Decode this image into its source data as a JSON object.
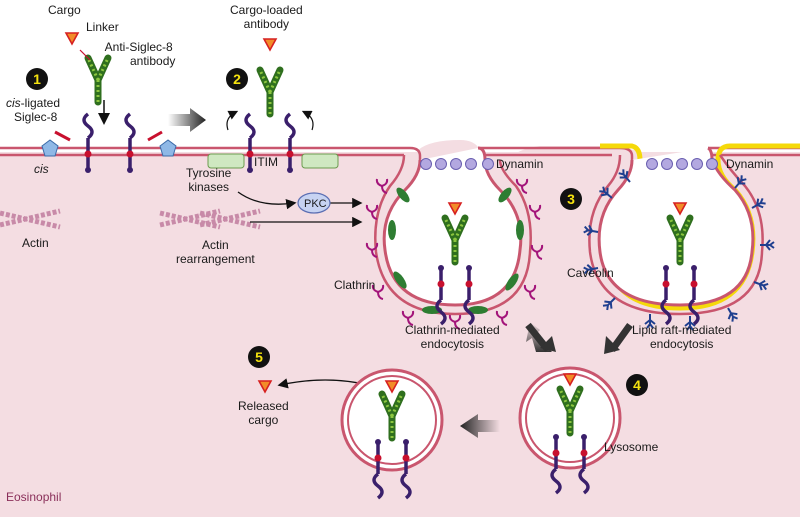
{
  "labels": {
    "cargo": "Cargo",
    "linker": "Linker",
    "antibody_line1": "Anti-Siglec-8",
    "antibody_line2": "antibody",
    "cargo_loaded_line1": "Cargo-loaded",
    "cargo_loaded_line2": "antibody",
    "cis_ligated_prefix": "cis",
    "cis_ligated_suffix": "-ligated",
    "siglec8": "Siglec-8",
    "cis": "cis",
    "itim": "ITIM",
    "dynamin_1": "Dynamin",
    "dynamin_2": "Dynamin",
    "tyrosine_line1": "Tyrosine",
    "tyrosine_line2": "kinases",
    "pkc": "PKC",
    "actin": "Actin",
    "actin_rearr_line1": "Actin",
    "actin_rearr_line2": "rearrangement",
    "clathrin": "Clathrin",
    "caveolin": "Caveolin",
    "clathrin_endo_line1": "Clathrin-mediated",
    "clathrin_endo_line2": "endocytosis",
    "lipid_endo_line1": "Lipid raft-mediated",
    "lipid_endo_line2": "endocytosis",
    "released_line1": "Released",
    "released_line2": "cargo",
    "lysosome": "Lysosome",
    "eosinophil": "Eosinophil"
  },
  "steps": [
    "1",
    "2",
    "3",
    "4",
    "5"
  ],
  "colors": {
    "cytoplasm": "#f4dde2",
    "membrane": "#c9566e",
    "membrane_inner": "#f7e8ec",
    "antibody_green": "#3f8f2a",
    "antibody_light": "#8cc63f",
    "receptor_purple": "#3a1f6b",
    "receptor_red": "#c8102e",
    "clathrin_magenta": "#a3147a",
    "clathrin_green": "#2e7d32",
    "caveolin_blue": "#1f3f8f",
    "lipid_yellow": "#f5d90a",
    "dynamin_lavender": "#b3a8e0",
    "actin_pink": "#c88aa8",
    "cargo_orange": "#f28c28",
    "cargo_red": "#d62020"
  }
}
